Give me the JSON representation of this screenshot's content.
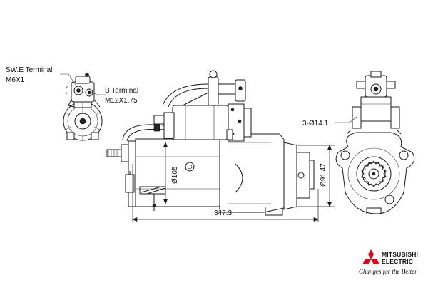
{
  "labels": {
    "sw_terminal": "SW.E Terminal",
    "sw_size": "M6X1",
    "b_terminal": "B Terminal",
    "b_size": "M12X1.75",
    "diameter_105": "Ø105",
    "diameter_91": "Ø91.47",
    "holes": "3-Ø14.1",
    "length": "347.3"
  },
  "brand": {
    "name_line1": "MITSUBISHI",
    "name_line2": "ELECTRIC",
    "tagline": "Changes for the Better",
    "logo_color": "#e60012"
  }
}
